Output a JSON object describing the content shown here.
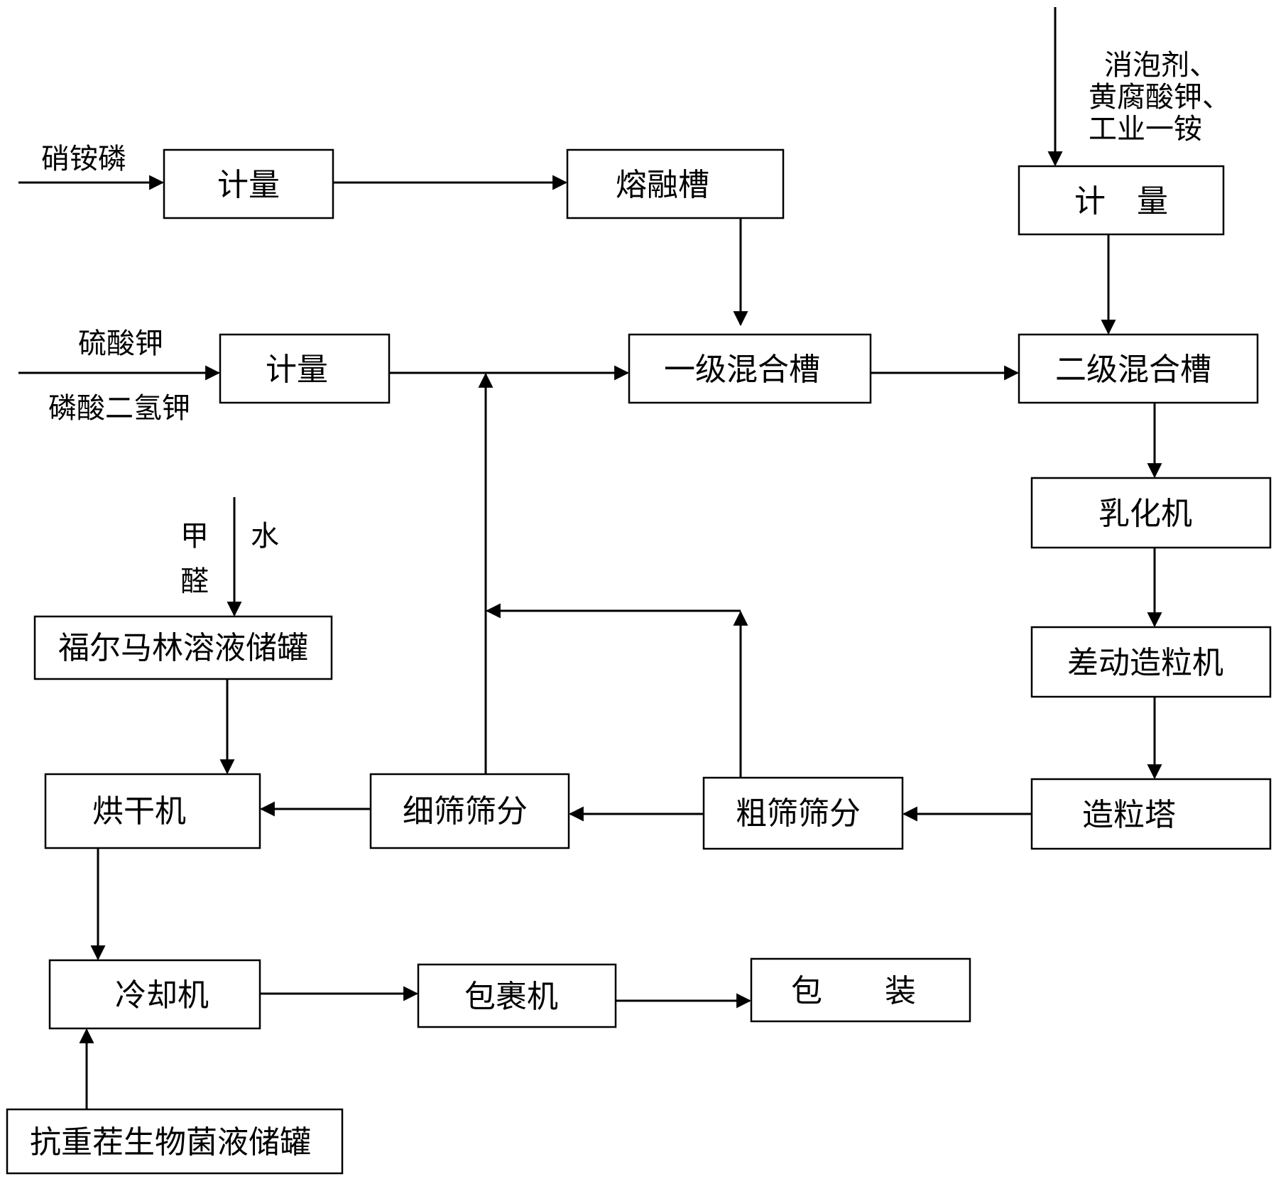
{
  "nodes": {
    "meter1": "计量",
    "melt_tank": "熔融槽",
    "meter2": "计量",
    "meter3": "计　量",
    "mix1": "一级混合槽",
    "mix2": "二级混合槽",
    "emulsifier": "乳化机",
    "granulator": "差动造粒机",
    "prill_tower": "造粒塔",
    "coarse_screen": "粗筛筛分",
    "fine_screen": "细筛筛分",
    "dryer": "烘干机",
    "formalin_tank": "福尔马林溶液储罐",
    "cooler": "冷却机",
    "coater": "包裹机",
    "packaging": "包　　装",
    "bio_tank": "抗重茬生物菌液储罐"
  },
  "inputs": {
    "nitro_ammonium_phosphate": "硝铵磷",
    "potassium_sulfate": "硫酸钾",
    "potassium_dihydrogen_phosphate": "磷酸二氢钾",
    "additives": [
      "消泡剂、",
      "黄腐酸钾、",
      "工业一铵"
    ],
    "formaldehyde": [
      "甲",
      "醛"
    ],
    "water": "水"
  }
}
